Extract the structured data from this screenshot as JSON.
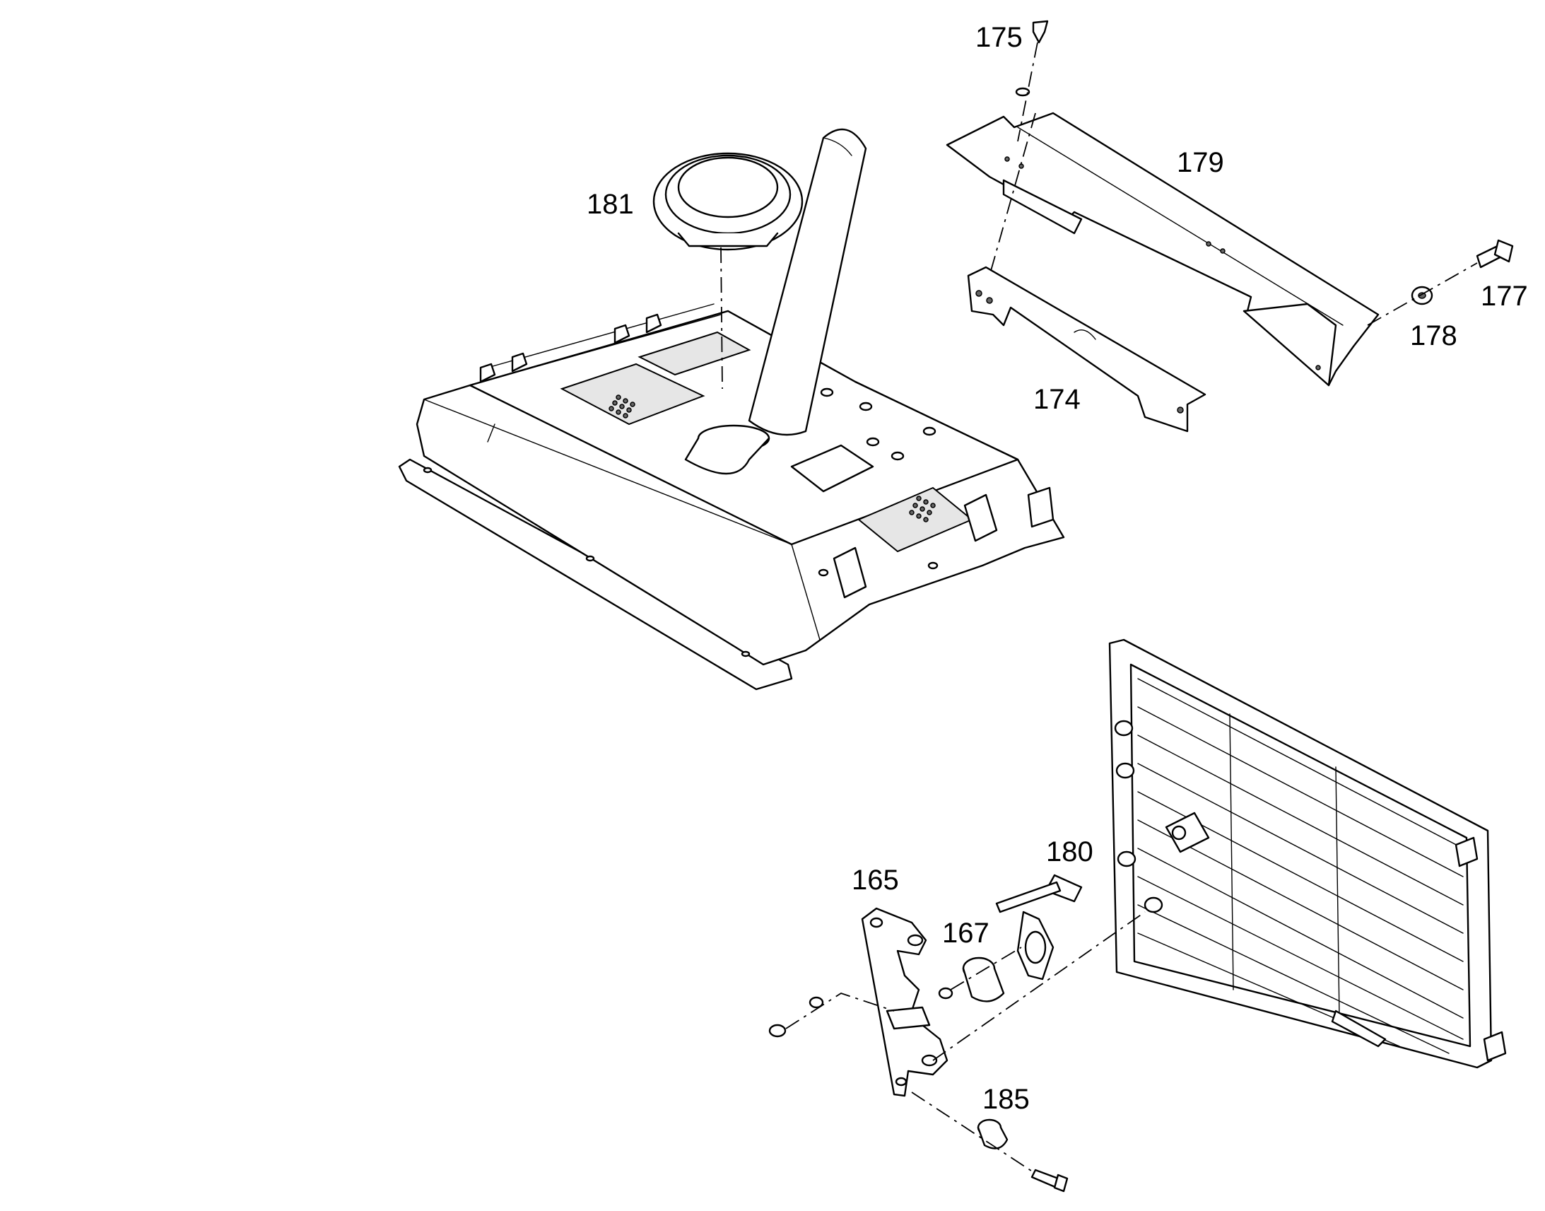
{
  "callouts": [
    {
      "id": "175",
      "label": "175"
    },
    {
      "id": "179",
      "label": "179"
    },
    {
      "id": "181",
      "label": "181"
    },
    {
      "id": "177",
      "label": "177"
    },
    {
      "id": "178",
      "label": "178"
    },
    {
      "id": "174",
      "label": "174"
    },
    {
      "id": "180",
      "label": "180"
    },
    {
      "id": "165",
      "label": "165"
    },
    {
      "id": "167",
      "label": "167"
    },
    {
      "id": "185",
      "label": "185"
    }
  ]
}
